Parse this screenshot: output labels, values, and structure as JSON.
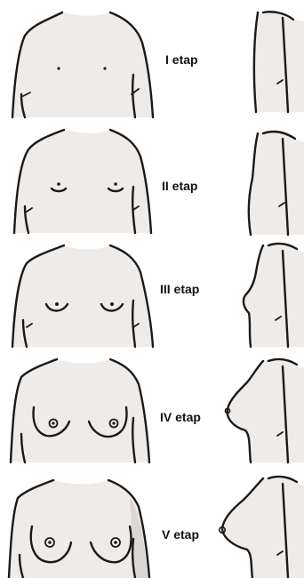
{
  "colors": {
    "skin": "#efebe8",
    "shade": "#dcd7d3",
    "ink": "#1a1a1a",
    "background": "#ffffff"
  },
  "stages": [
    {
      "label": "I etap"
    },
    {
      "label": "II etap"
    },
    {
      "label": "III etap"
    },
    {
      "label": "IV etap"
    },
    {
      "label": "V etap"
    }
  ]
}
